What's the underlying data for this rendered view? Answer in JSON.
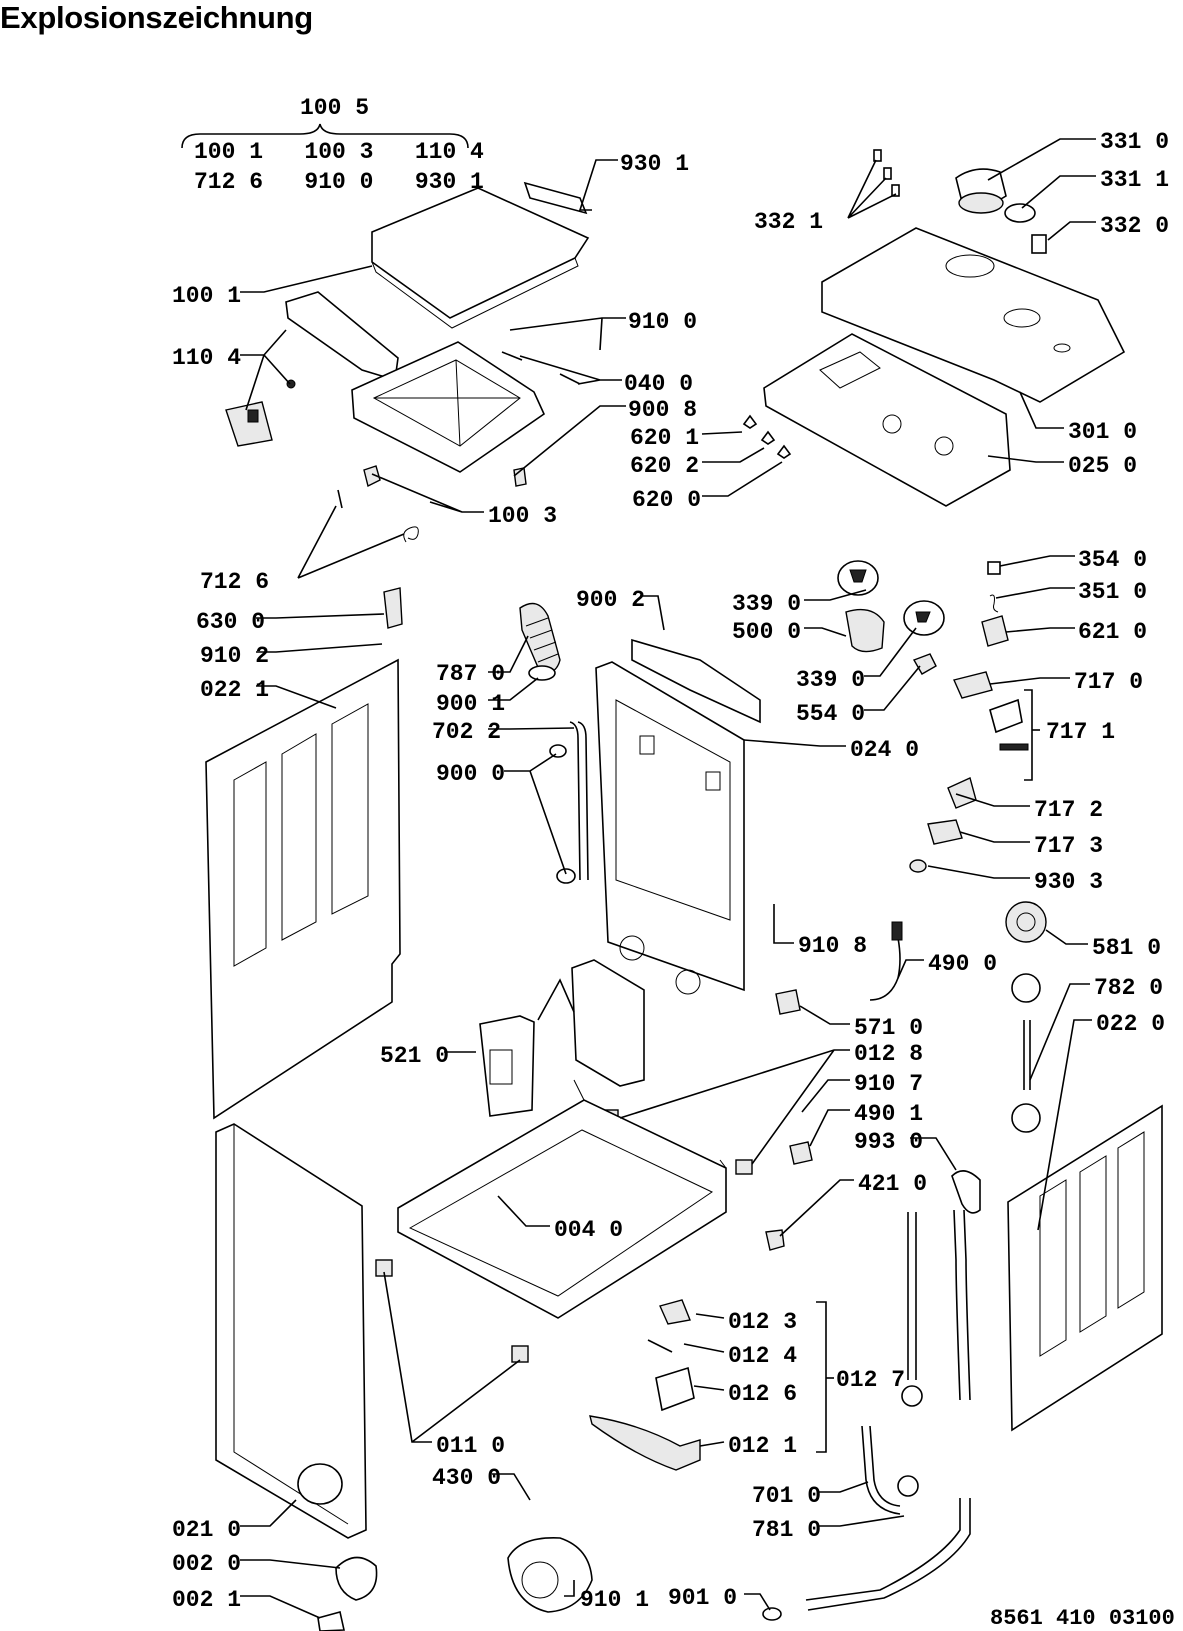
{
  "title": "Explosionszeichnung",
  "reference_number": "8561 410 03100",
  "group_labels": {
    "kit_1005": "100 5",
    "kit_1005_row1": "100 1   100 3   110 4",
    "kit_1005_row2": "712 6   910 0   930 1",
    "group_0127": "012 7",
    "group_7171": "717 1"
  },
  "callouts": [
    "930 1",
    "331 0",
    "331 1",
    "332 1",
    "332 0",
    "100 1",
    "910 0",
    "110 4",
    "040 0",
    "900 8",
    "620 1",
    "620 2",
    "620 0",
    "301 0",
    "025 0",
    "100 3",
    "712 6",
    "354 0",
    "351 0",
    "621 0",
    "900 2",
    "339 0",
    "500 0",
    "339 0",
    "554 0",
    "630 0",
    "910 2",
    "022 1",
    "787 0",
    "900 1",
    "702 2",
    "024 0",
    "717 0",
    "717 2",
    "717 3",
    "900 0",
    "930 3",
    "910 8",
    "490 0",
    "581 0",
    "782 0",
    "022 0",
    "571 0",
    "521 0",
    "012 8",
    "910 7",
    "490 1",
    "993 0",
    "421 0",
    "004 0",
    "012 3",
    "012 4",
    "012 6",
    "012 1",
    "011 0",
    "430 0",
    "701 0",
    "781 0",
    "021 0",
    "002 0",
    "002 1",
    "901 0",
    "910 1"
  ]
}
